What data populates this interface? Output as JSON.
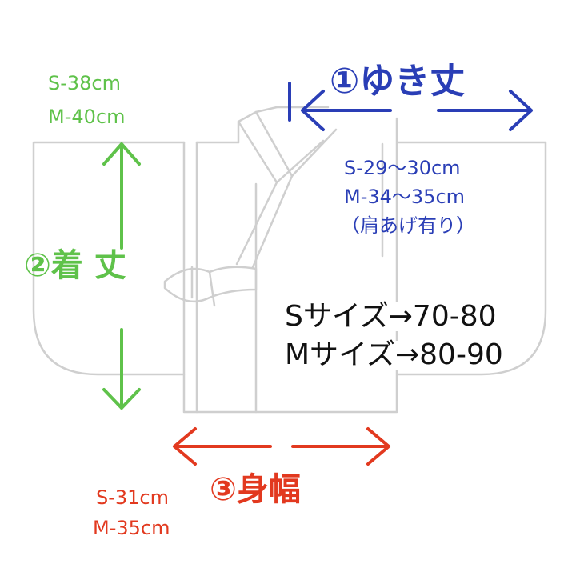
{
  "colors": {
    "green": "#5fc24a",
    "blue": "#2a3eb6",
    "red": "#e2391f",
    "black": "#111111",
    "outline": "#cfcfcf"
  },
  "yuki": {
    "title": "①ゆき丈",
    "s": "S-29〜30cm",
    "m": "M-34〜35cm",
    "note": "（肩あげ有り）"
  },
  "kitake": {
    "title": "②着 丈",
    "s": "S-38cm",
    "m": "M-40cm"
  },
  "mihaba": {
    "title": "③身幅",
    "s": "S-31cm",
    "m": "M-35cm"
  },
  "sizes": {
    "s": "Sサイズ→70-80",
    "m": "Mサイズ→80-90"
  }
}
